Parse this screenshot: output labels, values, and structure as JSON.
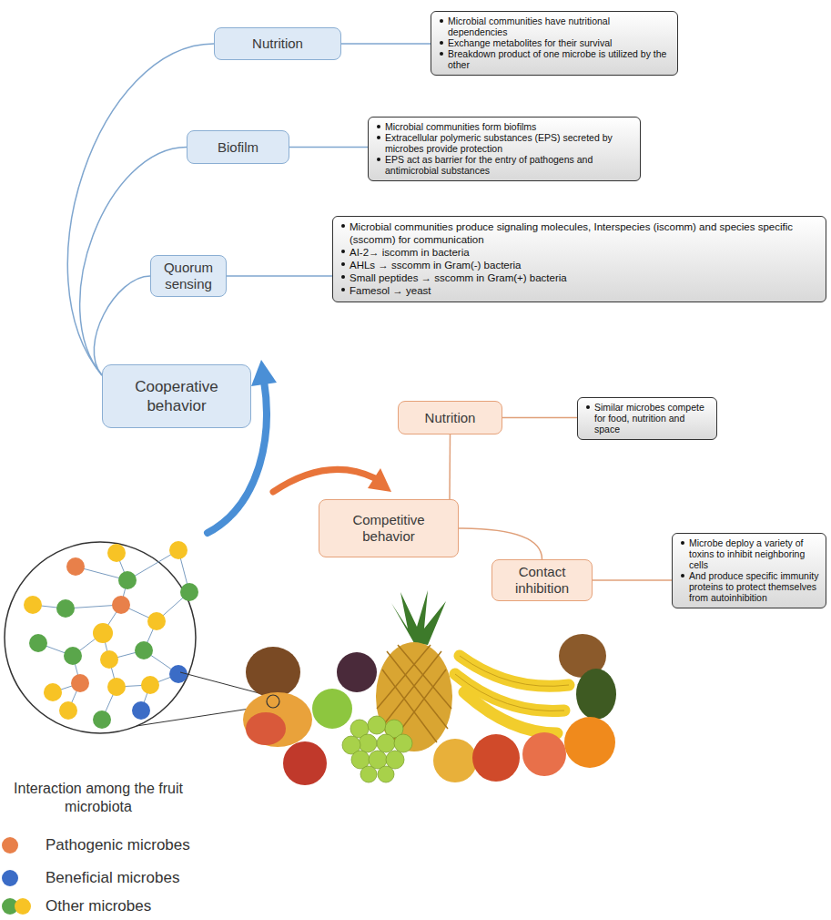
{
  "diagram": {
    "nodes": [
      {
        "text": [
          "Nutrition"
        ]
      },
      {
        "text": [
          "Microbial communities have nutritional dependencies",
          "Exchange metabolites for their survival",
          "Breakdown product of one microbe is utilized by the other"
        ]
      },
      {
        "text": [
          "Biofilm"
        ]
      },
      {
        "text": [
          "Microbial communities form biofilms",
          "Extracellular polymeric substances (EPS) secreted by microbes provide protection",
          "EPS act as barrier for the entry of pathogens and antimicrobial substances"
        ]
      },
      {
        "text": [
          "Quorum sensing"
        ]
      },
      {
        "text": [
          "Microbial communities produce signaling molecules, Interspecies (iscomm) and species specific (sscomm) for communication",
          "AI-2→ iscomm in bacteria",
          "AHLs → sscomm in Gram(-) bacteria",
          "Small peptides → sscomm in Gram(+) bacteria",
          "Famesol → yeast"
        ]
      },
      {
        "text": [
          "Cooperative behavior"
        ]
      },
      {
        "text": [
          "Nutrition"
        ]
      },
      {
        "text": [
          "Similar microbes compete for food, nutrition and space"
        ]
      },
      {
        "text": [
          "Competitive behavior"
        ]
      },
      {
        "text": [
          "Contact inhibition"
        ]
      },
      {
        "text": [
          "Microbe deploy a variety of toxins to inhibit neighboring cells",
          "And produce specific immunity proteins to protect themselves from autoinhibition"
        ]
      }
    ],
    "edges": [
      {
        "from": 6,
        "to": 0,
        "arrow": "none"
      },
      {
        "from": 6,
        "to": 2,
        "arrow": "none"
      },
      {
        "from": 6,
        "to": 4,
        "arrow": "none"
      },
      {
        "from": 0,
        "to": 1,
        "arrow": "none"
      },
      {
        "from": 2,
        "to": 3,
        "arrow": "none"
      },
      {
        "from": 4,
        "to": 5,
        "arrow": "none"
      },
      {
        "from": 9,
        "to": 7,
        "arrow": "none"
      },
      {
        "from": 9,
        "to": 10,
        "arrow": "none"
      },
      {
        "from": 7,
        "to": 8,
        "arrow": "none"
      },
      {
        "from": 10,
        "to": 11,
        "arrow": "none"
      }
    ],
    "labels": [
      "Interaction among the fruit microbiota"
    ],
    "legend": [
      {
        "text": "Pathogenic microbes",
        "color": "#e8804a"
      },
      {
        "text": "Beneficial microbes",
        "color": "#3b6cc6"
      },
      {
        "text": "Other microbes",
        "color": "#f7c325"
      }
    ]
  }
}
